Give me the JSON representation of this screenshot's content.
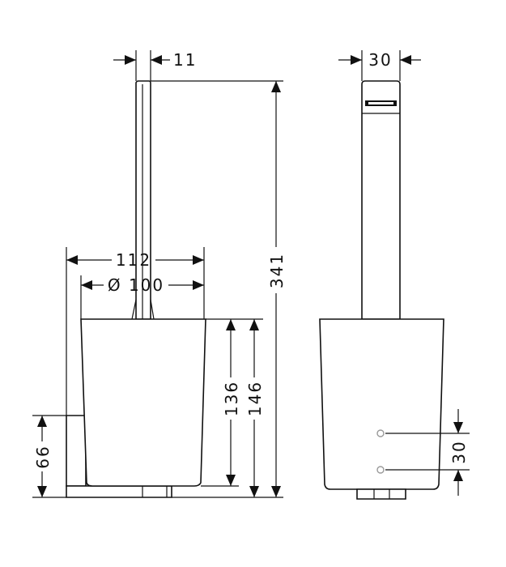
{
  "colors": {
    "ink": "#111111",
    "background": "#ffffff",
    "holes": "#999999"
  },
  "front_view": {
    "dimensions": {
      "handle_width": "11",
      "overall_width": "112",
      "cup_diameter": "Ø 100",
      "overall_height": "341",
      "cup_height_inner": "136",
      "cup_height_outer": "146",
      "wall_mount_height": "66"
    }
  },
  "side_view": {
    "dimensions": {
      "bracket_width": "30",
      "hole_spacing": "30"
    }
  }
}
